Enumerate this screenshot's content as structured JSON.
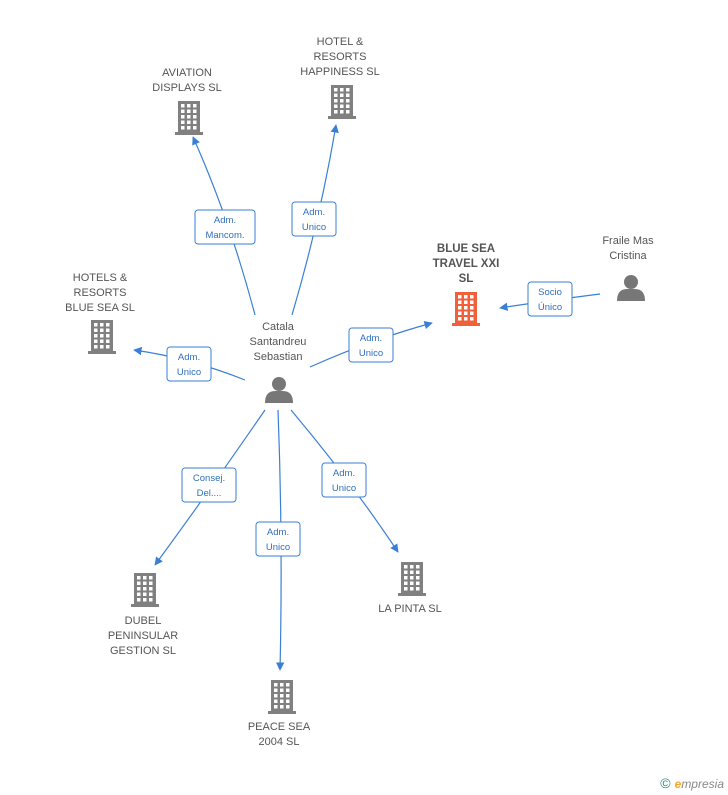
{
  "colors": {
    "company": "#808080",
    "focus": "#f0603a",
    "person": "#777777",
    "edge": "#3a7fd5"
  },
  "nodes": {
    "aviation": {
      "lines": [
        "AVIATION",
        "DISPLAYS  SL"
      ]
    },
    "hotel_happ": {
      "lines": [
        "HOTEL &",
        "RESORTS",
        "HAPPINESS  SL"
      ]
    },
    "blue_sea": {
      "lines": [
        "BLUE SEA",
        "TRAVEL XXI",
        "SL"
      ]
    },
    "fraile": {
      "lines": [
        "Fraile Mas",
        "Cristina"
      ]
    },
    "hotels_bs": {
      "lines": [
        "HOTELS &",
        "RESORTS",
        "BLUE SEA SL"
      ]
    },
    "catala": {
      "lines": [
        "Catala",
        "Santandreu",
        "Sebastian"
      ]
    },
    "dubel": {
      "lines": [
        "DUBEL",
        "PENINSULAR",
        "GESTION SL"
      ]
    },
    "la_pinta": {
      "lines": [
        "LA PINTA SL"
      ]
    },
    "peace_sea": {
      "lines": [
        "PEACE SEA",
        "2004 SL"
      ]
    }
  },
  "relations": {
    "aviation": [
      "Adm.",
      "Mancom."
    ],
    "hotel_happ": [
      "Adm.",
      "Unico"
    ],
    "blue_sea": [
      "Adm.",
      "Unico"
    ],
    "fraile": [
      "Socio",
      "Único"
    ],
    "hotels_bs": [
      "Adm.",
      "Unico"
    ],
    "dubel": [
      "Consej.",
      "Del...."
    ],
    "peace_sea": [
      "Adm.",
      "Unico"
    ],
    "la_pinta": [
      "Adm.",
      "Unico"
    ]
  },
  "footer": {
    "copyright": "©",
    "brand_first": "e",
    "brand_rest": "mpresia"
  }
}
